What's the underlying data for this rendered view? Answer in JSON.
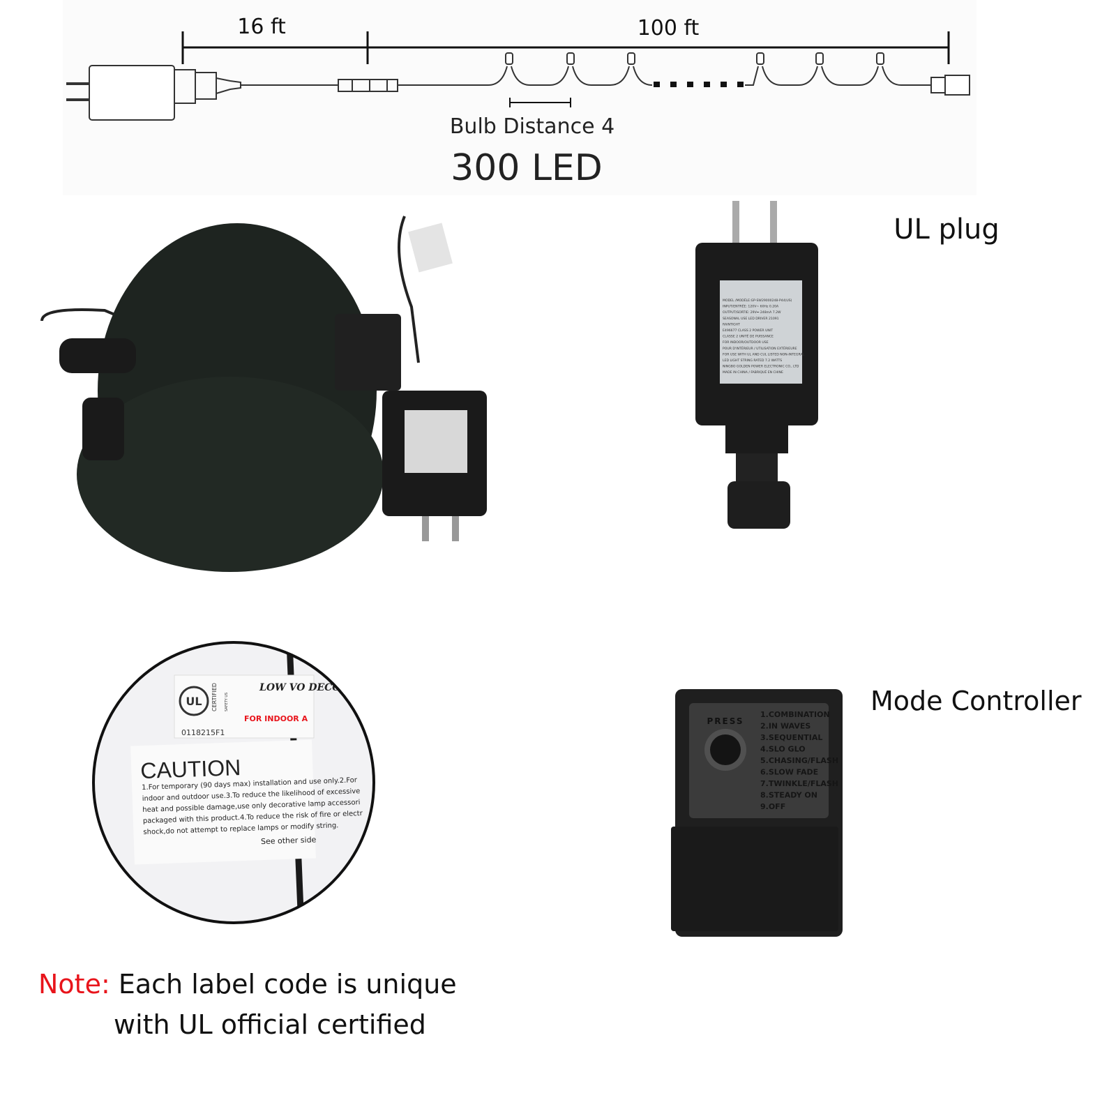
{
  "diagram": {
    "segment_short": "16 ft",
    "segment_long": "100 ft",
    "bulb_distance": "Bulb Distance 4",
    "led_count": "300 LED"
  },
  "adapter": {
    "caption": "UL plug",
    "brand": "GOLDEN POWER",
    "label_lines": [
      "MODEL /MODÈLE:GP-SW29000248-P44(US)",
      "INPUT/ENTRÉE: 120V~ 60Hz 0.20A",
      "OUTPUT/SORTIE: 29V⎓ 248mA 7.2W",
      "SEASONAL USE LED DRIVER   21091",
      "RAINTIGHT",
      "E496677  CLASS 2 POWER UNIT",
      "CLASSE 2 UNITÉ DE PUISSANCE",
      "FOR INDOOR/OUTDOOR USE",
      "POUR D'INTÉRIEUR / UTILISATION EXTÉRIEURE",
      "FOR USE WITH UL AND CUL LISTED NON-INTEGRAL",
      "LED LIGHT STRING RATED 7.2 WATTS",
      "NINGBO GOLDEN POWER ELECTRONIC CO., LTD",
      "MADE IN CHINA / FABRIQUÉ EN CHINE"
    ]
  },
  "label_closeup": {
    "tag_title": "LOW VO DECO STR",
    "tag_subtitle": "FOR INDOOR A",
    "ul_mark": "UL",
    "certified": "CERTIFIED",
    "safety": "SAFETY US",
    "code": "0118215F1",
    "caution_title": "CAUTION",
    "caution_lines": [
      "1.For temporary (90 days max) installation and use only.2.For",
      "indoor and outdoor use.3.To reduce the likelihood of excessive",
      "heat and possible damage,use only decorative lamp accessori",
      "packaged with this product.4.To reduce the risk of fire or electr",
      "shock,do not attempt to replace lamps or modify string."
    ],
    "see_other_side": "See other side"
  },
  "controller": {
    "caption": "Mode Controller",
    "press": "PRESS",
    "modes": [
      "1.COMBINATION",
      "2.IN WAVES",
      "3.SEQUENTIAL",
      "4.SLO GLO",
      "5.CHASING/FLASH",
      "6.SLOW FADE",
      "7.TWINKLE/FLASH",
      "8.STEADY ON",
      "9.OFF"
    ]
  },
  "note": {
    "prefix": "Note:",
    "line1": "Each label code is unique",
    "line2": "with UL official certified"
  },
  "colors": {
    "note_red": "#e8141b",
    "body_black": "#1c1c1c"
  }
}
